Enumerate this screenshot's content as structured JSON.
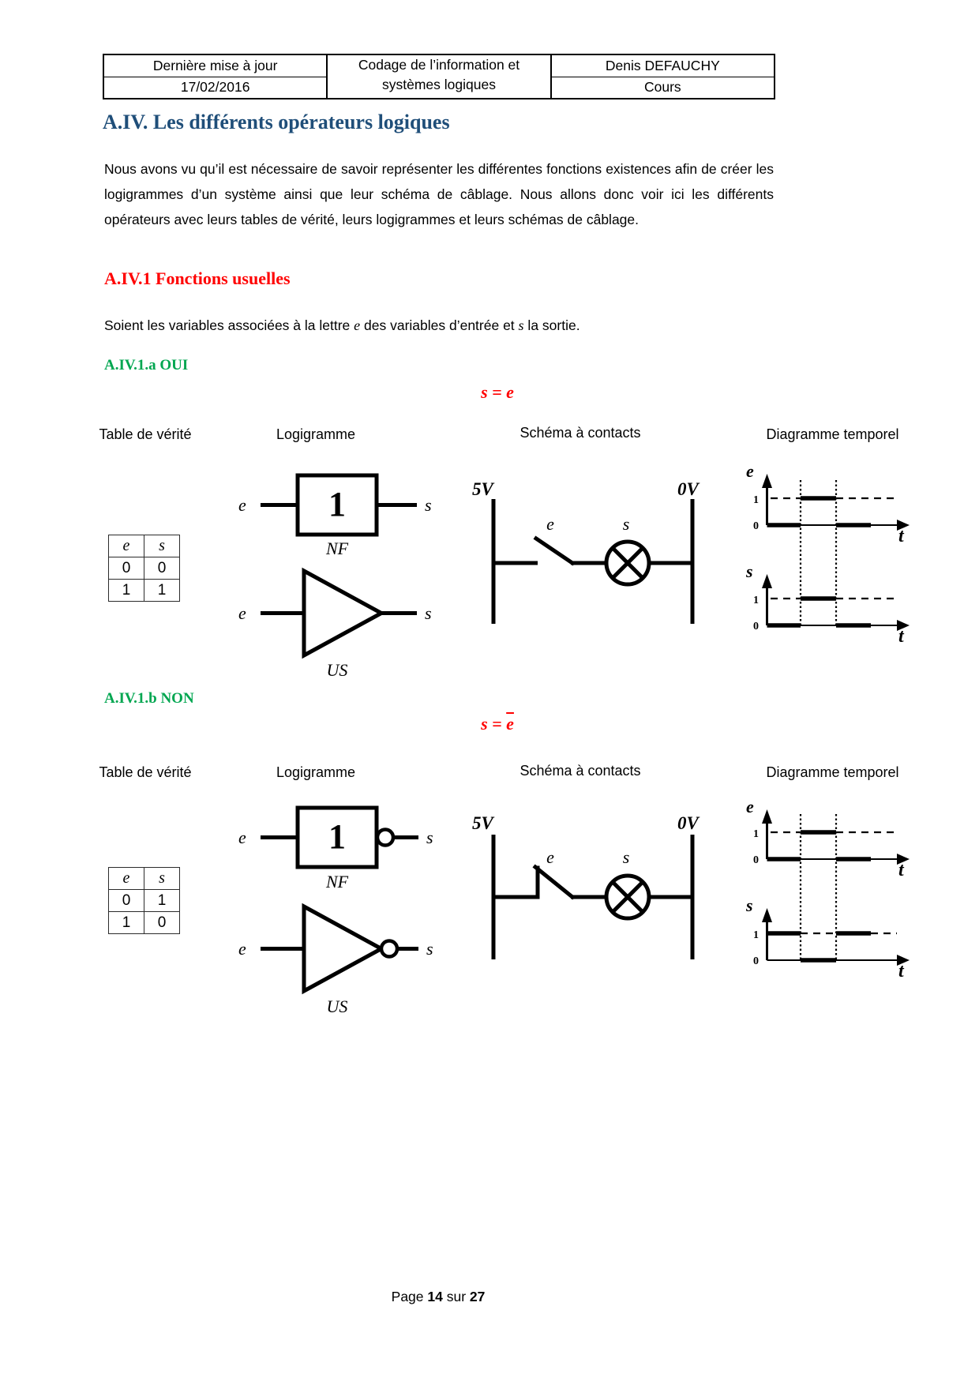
{
  "page": {
    "header_table": {
      "updated_label": "Dernière mise à jour",
      "updated_date": "17/02/2016",
      "course_title_line1": "Codage de l’information et",
      "course_title_line2": "systèmes logiques",
      "author": "Denis DEFAUCHY",
      "doc_type": "Cours"
    },
    "title": "A.IV. Les différents opérateurs logiques",
    "intro": "Nous avons vu qu’il est nécessaire de savoir représenter les différentes fonctions existences afin de créer les logigrammes d’un système ainsi que leur schéma de câblage. Nous allons donc voir ici les différents opérateurs avec leurs tables de vérité, leurs logigrammes et leurs schémas de câblage.",
    "section1_heading": "A.IV.1 Fonctions usuelles",
    "soient": {
      "pre": "Soient les variables associées à la lettre ",
      "e": "e",
      "mid": " des variables d’entrée et ",
      "s": "s",
      "post": " la sortie."
    },
    "column_headers": [
      "Table de vérité",
      "Logigramme",
      "Schéma à contacts",
      "Diagramme temporel"
    ],
    "footer": {
      "prefix": "Page ",
      "page": "14",
      "sep": " sur ",
      "total": "27"
    }
  },
  "colors": {
    "title_blue": "#1F4E79",
    "heading_red": "#FF0000",
    "heading_green": "#00A650",
    "formula_red": "#FF0000"
  },
  "oui": {
    "heading": "A.IV.1.a OUI",
    "formula": {
      "lhs": "s",
      "eq": "=",
      "rhs": "e"
    },
    "truth_table": {
      "headers": [
        "e",
        "s"
      ],
      "rows": [
        [
          "0",
          "0"
        ],
        [
          "1",
          "1"
        ]
      ]
    },
    "logigramme": {
      "gate_label": "1",
      "input": "e",
      "output": "s",
      "nf": "NF",
      "us": "US"
    },
    "contacts": {
      "v5": "5V",
      "v0": "0V",
      "e": "e",
      "s": "s"
    },
    "timing": {
      "e": "e",
      "s": "s",
      "t": "t",
      "one": "1",
      "zero": "0"
    }
  },
  "non": {
    "heading": "A.IV.1.b NON",
    "formula": {
      "lhs": "s",
      "eq": "=",
      "rhs": "e"
    },
    "truth_table": {
      "headers": [
        "e",
        "s"
      ],
      "rows": [
        [
          "0",
          "1"
        ],
        [
          "1",
          "0"
        ]
      ]
    },
    "logigramme": {
      "gate_label": "1",
      "input": "e",
      "output": "s",
      "nf": "NF",
      "us": "US"
    },
    "contacts": {
      "v5": "5V",
      "v0": "0V",
      "e": "e",
      "s": "s"
    },
    "timing": {
      "e": "e",
      "s": "s",
      "t": "t",
      "one": "1",
      "zero": "0"
    }
  }
}
